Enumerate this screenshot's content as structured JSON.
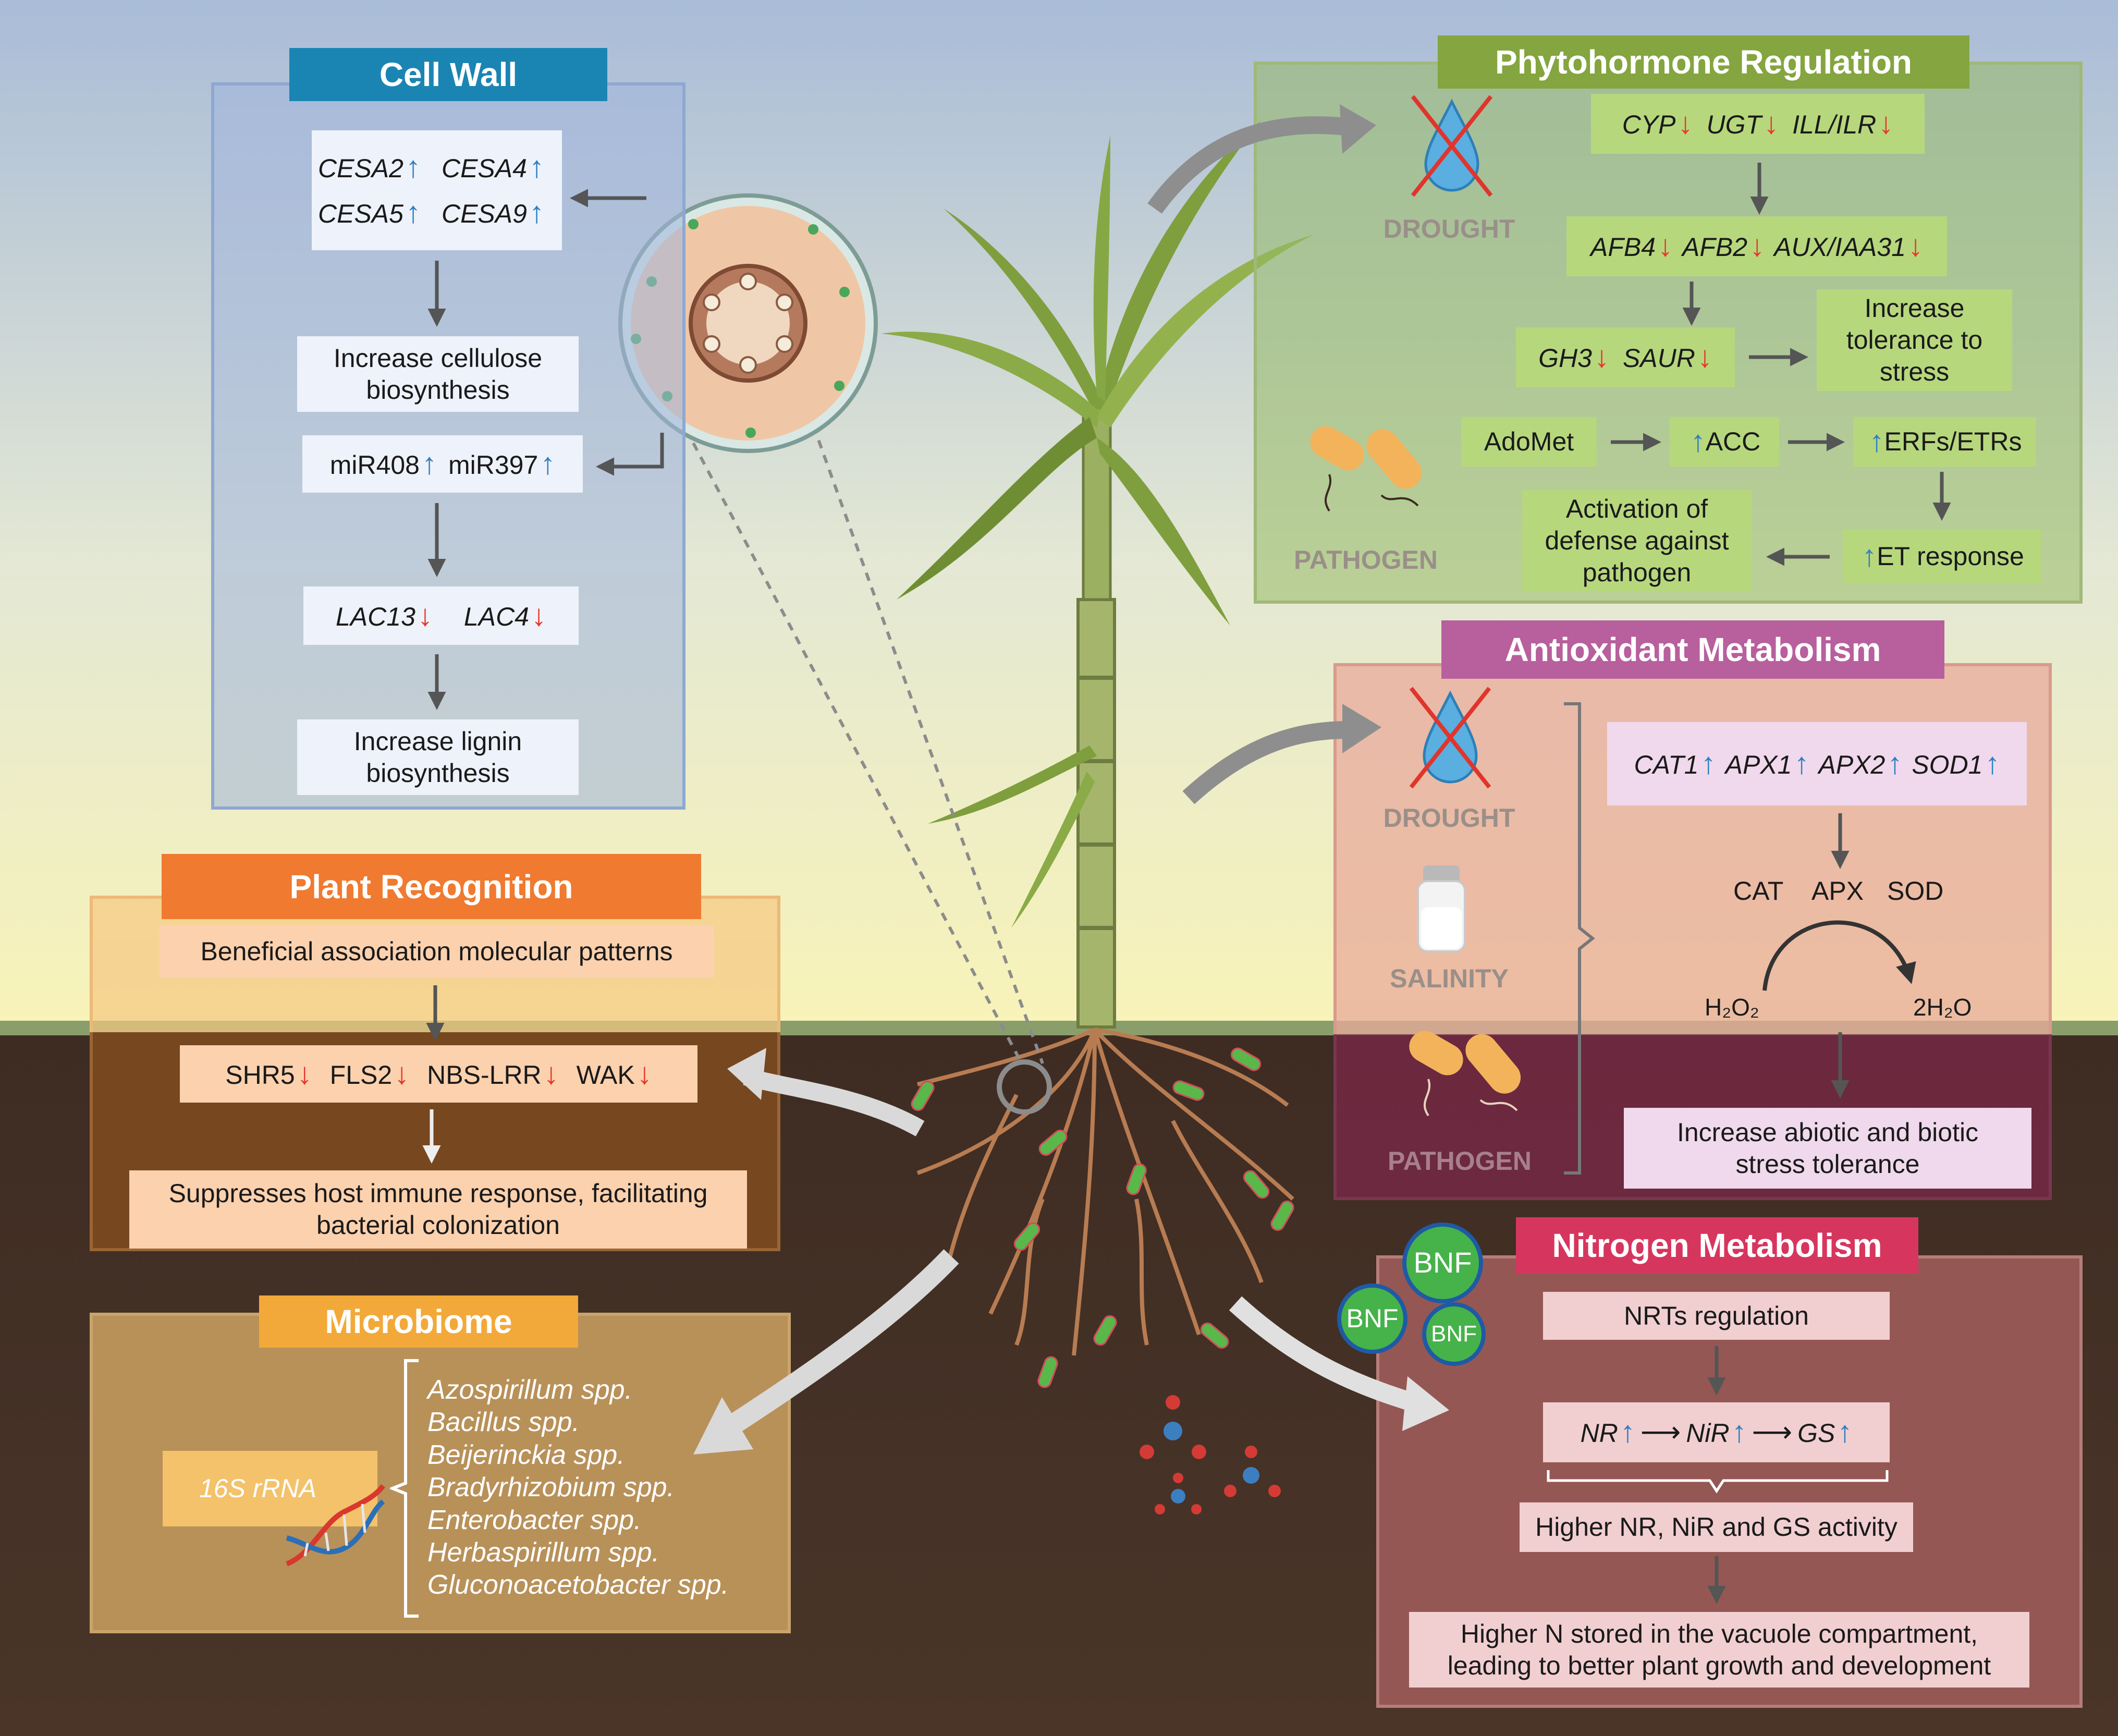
{
  "cell_wall": {
    "title": "Cell Wall",
    "cesa2": "CESA2",
    "cesa4": "CESA4",
    "cesa5": "CESA5",
    "cesa9": "CESA9",
    "cellulose": "Increase cellulose biosynthesis",
    "mir408": "miR408",
    "mir397": "miR397",
    "lac13": "LAC13",
    "lac4": "LAC4",
    "lignin": "Increase lignin biosynthesis"
  },
  "phytohormone": {
    "title": "Phytohormone Regulation",
    "drought": "DROUGHT",
    "pathogen": "PATHOGEN",
    "cyp": "CYP",
    "ugt": "UGT",
    "ill": "ILL/ILR",
    "afb4": "AFB4",
    "afb2": "AFB2",
    "auxiaa": "AUX/IAA31",
    "gh3": "GH3",
    "saur": "SAUR",
    "tolerance": "Increase tolerance to stress",
    "adomet": "AdoMet",
    "acc": "ACC",
    "erfs": "ERFs/ETRs",
    "et": "ET response",
    "defense": "Activation of defense against pathogen"
  },
  "antioxidant": {
    "title": "Antioxidant Metabolism",
    "drought": "DROUGHT",
    "salinity": "SALINITY",
    "pathogen": "PATHOGEN",
    "cat1": "CAT1",
    "apx1": "APX1",
    "apx2": "APX2",
    "sod1": "SOD1",
    "cat": "CAT",
    "apx": "APX",
    "sod": "SOD",
    "h2o2": "H₂O₂",
    "h2o": "2H₂O",
    "result": "Increase abiotic and biotic stress tolerance"
  },
  "recognition": {
    "title": "Plant Recognition",
    "patterns": "Beneficial association molecular patterns",
    "shr5": "SHR5",
    "fls2": "FLS2",
    "nbs": "NBS-LRR",
    "wak": "WAK",
    "suppress": "Suppresses host immune response, facilitating bacterial colonization"
  },
  "microbiome": {
    "title": "Microbiome",
    "rrna": "16S rRNA",
    "species": [
      "Azospirillum spp.",
      "Bacillus spp.",
      "Beijerinckia spp.",
      "Bradyrhizobium spp.",
      "Enterobacter spp.",
      "Herbaspirillum spp.",
      "Gluconoacetobacter spp."
    ]
  },
  "nitrogen": {
    "title": "Nitrogen Metabolism",
    "bnf": "BNF",
    "nrts": "NRTs regulation",
    "nr": "NR",
    "nir": "NiR",
    "gs": "GS",
    "activity": "Higher NR, NiR and GS activity",
    "stored": "Higher N stored in the vacuole compartment, leading to better plant growth and development"
  },
  "colors": {
    "cell_wall_header": "#1a85b3",
    "phytohormone_header": "#84a53f",
    "antioxidant_header": "#b85f9d",
    "recognition_header": "#ef7a30",
    "microbiome_header": "#f2a93a",
    "nitrogen_header": "#d6365e",
    "arrow_up": "#2f7fc1",
    "arrow_down": "#e8372b"
  }
}
